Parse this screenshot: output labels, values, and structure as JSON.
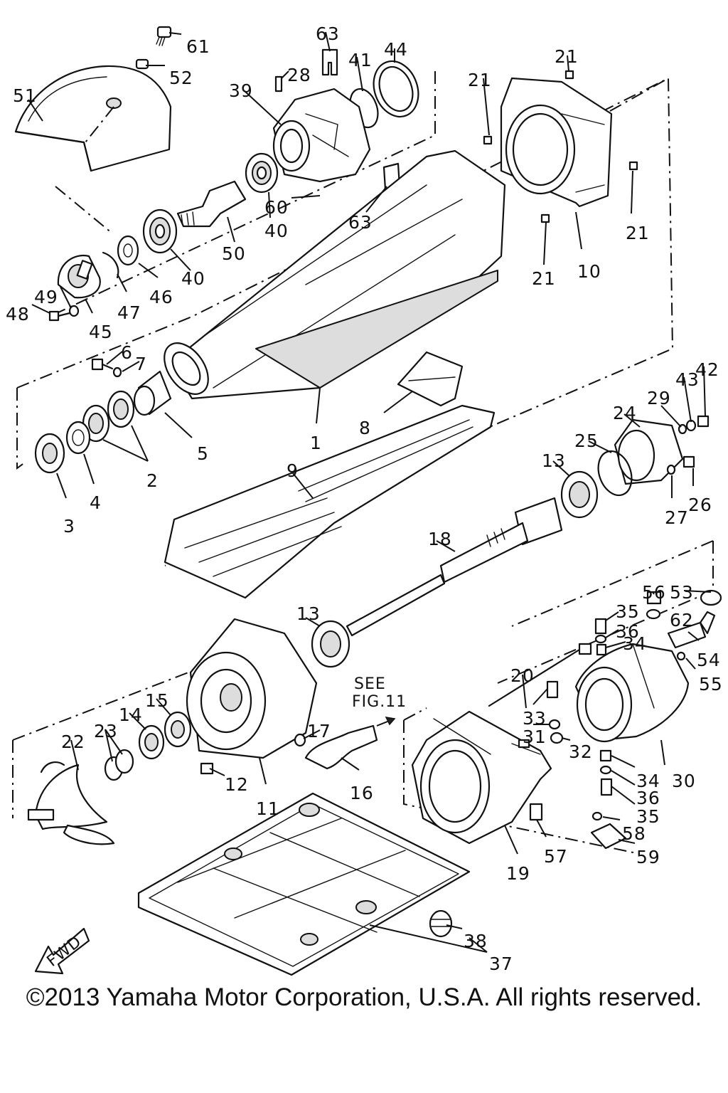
{
  "diagram": {
    "see_reference": {
      "line1": "SEE",
      "line2": "FIG.11"
    },
    "direction_label": "FWD",
    "copyright": "©2013 Yamaha Motor Corporation, U.S.A. All rights reserved.",
    "part_labels": [
      {
        "id": "p61",
        "text": "61"
      },
      {
        "id": "p52",
        "text": "52"
      },
      {
        "id": "p51",
        "text": "51"
      },
      {
        "id": "p63a",
        "text": "63"
      },
      {
        "id": "p44",
        "text": "44"
      },
      {
        "id": "p41",
        "text": "41"
      },
      {
        "id": "p28",
        "text": "28"
      },
      {
        "id": "p39",
        "text": "39"
      },
      {
        "id": "p21a",
        "text": "21"
      },
      {
        "id": "p21b",
        "text": "21"
      },
      {
        "id": "p60",
        "text": "60"
      },
      {
        "id": "p63b",
        "text": "63"
      },
      {
        "id": "p40a",
        "text": "40"
      },
      {
        "id": "p40b",
        "text": "40"
      },
      {
        "id": "p50",
        "text": "50"
      },
      {
        "id": "p21c",
        "text": "21"
      },
      {
        "id": "p21d",
        "text": "21"
      },
      {
        "id": "p10",
        "text": "10"
      },
      {
        "id": "p46",
        "text": "46"
      },
      {
        "id": "p47",
        "text": "47"
      },
      {
        "id": "p49",
        "text": "49"
      },
      {
        "id": "p48",
        "text": "48"
      },
      {
        "id": "p45",
        "text": "45"
      },
      {
        "id": "p6",
        "text": "6"
      },
      {
        "id": "p7",
        "text": "7"
      },
      {
        "id": "p8",
        "text": "8"
      },
      {
        "id": "p1",
        "text": "1"
      },
      {
        "id": "p5",
        "text": "5"
      },
      {
        "id": "p2",
        "text": "2"
      },
      {
        "id": "p3",
        "text": "3"
      },
      {
        "id": "p4",
        "text": "4"
      },
      {
        "id": "p9",
        "text": "9"
      },
      {
        "id": "p42",
        "text": "42"
      },
      {
        "id": "p43",
        "text": "43"
      },
      {
        "id": "p29",
        "text": "29"
      },
      {
        "id": "p24",
        "text": "24"
      },
      {
        "id": "p25",
        "text": "25"
      },
      {
        "id": "p13a",
        "text": "13"
      },
      {
        "id": "p26",
        "text": "26"
      },
      {
        "id": "p27",
        "text": "27"
      },
      {
        "id": "p18",
        "text": "18"
      },
      {
        "id": "p13b",
        "text": "13"
      },
      {
        "id": "p56",
        "text": "56"
      },
      {
        "id": "p53",
        "text": "53"
      },
      {
        "id": "p35a",
        "text": "35"
      },
      {
        "id": "p36a",
        "text": "36"
      },
      {
        "id": "p62",
        "text": "62"
      },
      {
        "id": "p34a",
        "text": "34"
      },
      {
        "id": "p54",
        "text": "54"
      },
      {
        "id": "p20",
        "text": "20"
      },
      {
        "id": "p55",
        "text": "55"
      },
      {
        "id": "p33",
        "text": "33"
      },
      {
        "id": "p31",
        "text": "31"
      },
      {
        "id": "p32",
        "text": "32"
      },
      {
        "id": "p30",
        "text": "30"
      },
      {
        "id": "p34b",
        "text": "34"
      },
      {
        "id": "p36b",
        "text": "36"
      },
      {
        "id": "p35b",
        "text": "35"
      },
      {
        "id": "p58",
        "text": "58"
      },
      {
        "id": "p57",
        "text": "57"
      },
      {
        "id": "p59",
        "text": "59"
      },
      {
        "id": "p19",
        "text": "19"
      },
      {
        "id": "p22",
        "text": "22"
      },
      {
        "id": "p23",
        "text": "23"
      },
      {
        "id": "p14",
        "text": "14"
      },
      {
        "id": "p15",
        "text": "15"
      },
      {
        "id": "p17",
        "text": "17"
      },
      {
        "id": "p16",
        "text": "16"
      },
      {
        "id": "p12",
        "text": "12"
      },
      {
        "id": "p11",
        "text": "11"
      },
      {
        "id": "p38",
        "text": "38"
      },
      {
        "id": "p37",
        "text": "37"
      }
    ]
  }
}
